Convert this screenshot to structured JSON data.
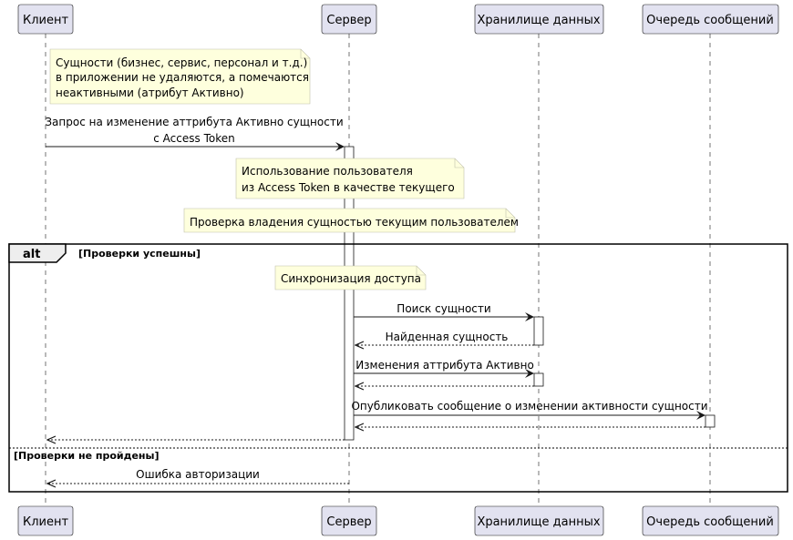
{
  "participants": [
    {
      "id": "client",
      "label": "Клиент"
    },
    {
      "id": "server",
      "label": "Сервер"
    },
    {
      "id": "storage",
      "label": "Хранилище данных"
    },
    {
      "id": "queue",
      "label": "Очередь сообщений"
    }
  ],
  "notes": {
    "entities": [
      "Сущности (бизнес, сервис, персонал и т.д.)",
      "в приложении не удаляются, а помечаются",
      "неактивными (атрибут Активно)"
    ],
    "token": [
      "Использование пользователя",
      "из Access Token в качестве текущего"
    ],
    "ownership": [
      "Проверка владения сущностью текущим пользователем"
    ],
    "sync": [
      "Синхронизация доступа"
    ]
  },
  "messages": {
    "request": [
      "Запрос на изменение аттрибута Активно сущности",
      "с Access Token"
    ],
    "find": "Поиск сущности",
    "found": "Найденная сущность",
    "update": "Изменения аттрибута Активно",
    "publish": "Опубликовать сообщение о изменении активности сущности",
    "auth_error": "Ошибка авторизации"
  },
  "alt": {
    "keyword": "alt",
    "success_guard": "[Проверки успешны]",
    "failure_guard": "[Проверки не пройдены]"
  },
  "colors": {
    "participant_fill": "#E2E2F0",
    "participant_border": "#181818",
    "note_fill": "#FEFFDD",
    "note_border": "#BFBFAA",
    "activation_fill": "#FFFFFF"
  }
}
